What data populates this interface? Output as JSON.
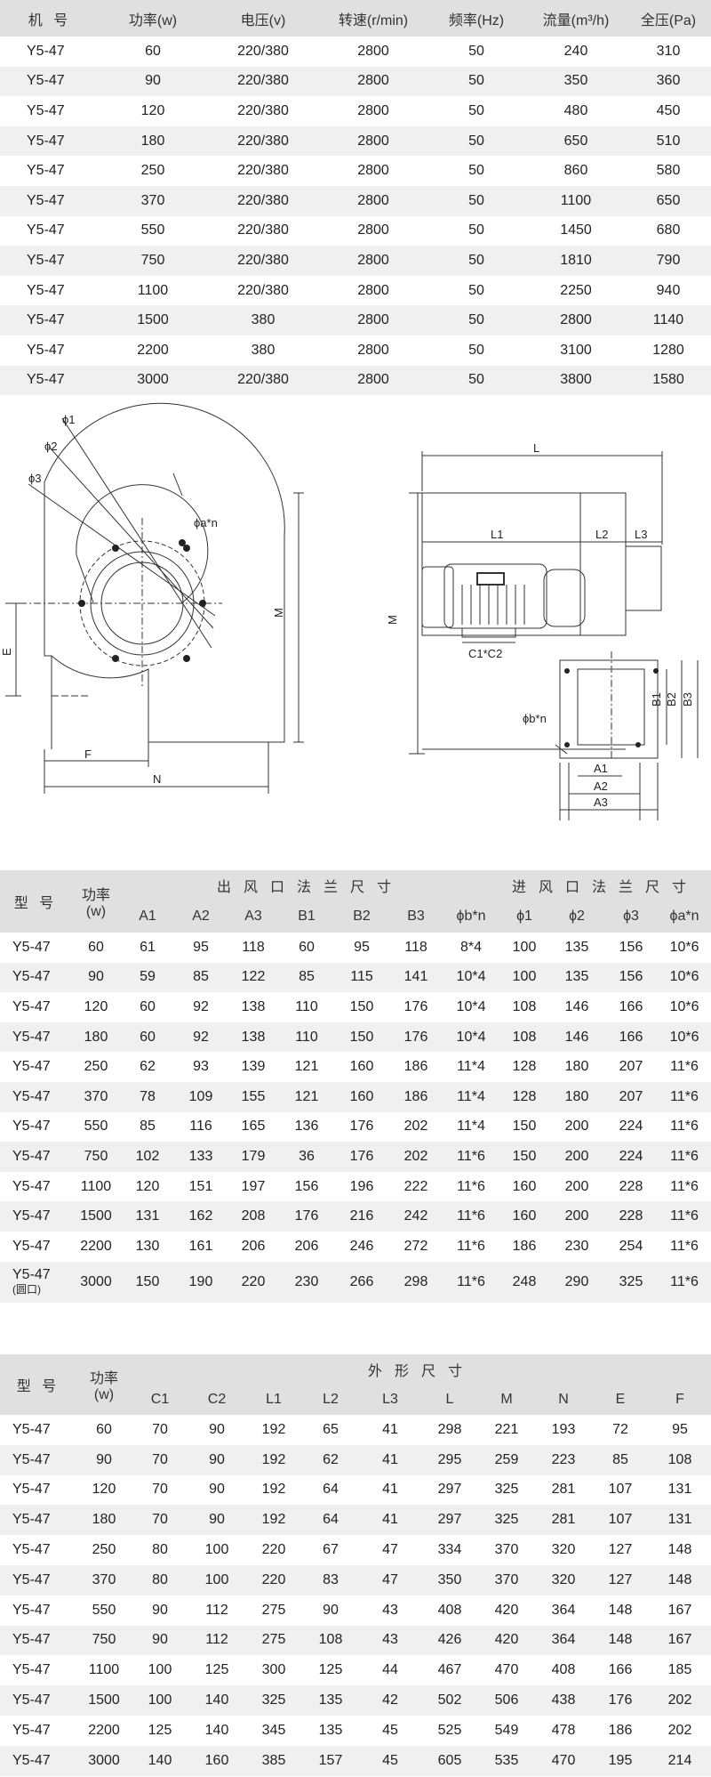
{
  "table1": {
    "headers": [
      "机  号",
      "功率(w)",
      "电压(v)",
      "转速(r/min)",
      "频率(Hz)",
      "流量(m³/h)",
      "全压(Pa)"
    ],
    "rows": [
      [
        "Y5-47",
        "60",
        "220/380",
        "2800",
        "50",
        "240",
        "310"
      ],
      [
        "Y5-47",
        "90",
        "220/380",
        "2800",
        "50",
        "350",
        "360"
      ],
      [
        "Y5-47",
        "120",
        "220/380",
        "2800",
        "50",
        "480",
        "450"
      ],
      [
        "Y5-47",
        "180",
        "220/380",
        "2800",
        "50",
        "650",
        "510"
      ],
      [
        "Y5-47",
        "250",
        "220/380",
        "2800",
        "50",
        "860",
        "580"
      ],
      [
        "Y5-47",
        "370",
        "220/380",
        "2800",
        "50",
        "1100",
        "650"
      ],
      [
        "Y5-47",
        "550",
        "220/380",
        "2800",
        "50",
        "1450",
        "680"
      ],
      [
        "Y5-47",
        "750",
        "220/380",
        "2800",
        "50",
        "1810",
        "790"
      ],
      [
        "Y5-47",
        "1100",
        "220/380",
        "2800",
        "50",
        "2250",
        "940"
      ],
      [
        "Y5-47",
        "1500",
        "380",
        "2800",
        "50",
        "2800",
        "1140"
      ],
      [
        "Y5-47",
        "2200",
        "380",
        "2800",
        "50",
        "3100",
        "1280"
      ],
      [
        "Y5-47",
        "3000",
        "220/380",
        "2800",
        "50",
        "3800",
        "1580"
      ]
    ]
  },
  "diagram": {
    "left_labels": {
      "phi1": "ϕ1",
      "phi2": "ϕ2",
      "phi3": "ϕ3",
      "phi_an": "ϕa*n",
      "M": "M",
      "E": "E",
      "F": "F",
      "N": "N"
    },
    "right_labels": {
      "L": "L",
      "L1": "L1",
      "L2": "L2",
      "L3": "L3",
      "M": "M",
      "C1C2": "C1*C2",
      "B1": "B1",
      "B2": "B2",
      "B3": "B3",
      "phi_bn": "ϕb*n",
      "A1": "A1",
      "A2": "A2",
      "A3": "A3"
    }
  },
  "table2": {
    "model_header": "型  号",
    "power_header": "功率",
    "power_unit": "(w)",
    "outlet_header": "出风口法兰尺寸",
    "inlet_header": "进风口法兰尺寸",
    "sub_headers": [
      "A1",
      "A2",
      "A3",
      "B1",
      "B2",
      "B3",
      "ϕb*n",
      "ϕ1",
      "ϕ2",
      "ϕ3",
      "ϕa*n"
    ],
    "rows": [
      [
        "Y5-47",
        "60",
        "61",
        "95",
        "118",
        "60",
        "95",
        "118",
        "8*4",
        "100",
        "135",
        "156",
        "10*6"
      ],
      [
        "Y5-47",
        "90",
        "59",
        "85",
        "122",
        "85",
        "115",
        "141",
        "10*4",
        "100",
        "135",
        "156",
        "10*6"
      ],
      [
        "Y5-47",
        "120",
        "60",
        "92",
        "138",
        "110",
        "150",
        "176",
        "10*4",
        "108",
        "146",
        "166",
        "10*6"
      ],
      [
        "Y5-47",
        "180",
        "60",
        "92",
        "138",
        "110",
        "150",
        "176",
        "10*4",
        "108",
        "146",
        "166",
        "10*6"
      ],
      [
        "Y5-47",
        "250",
        "62",
        "93",
        "139",
        "121",
        "160",
        "186",
        "11*4",
        "128",
        "180",
        "207",
        "11*6"
      ],
      [
        "Y5-47",
        "370",
        "78",
        "109",
        "155",
        "121",
        "160",
        "186",
        "11*4",
        "128",
        "180",
        "207",
        "11*6"
      ],
      [
        "Y5-47",
        "550",
        "85",
        "116",
        "165",
        "136",
        "176",
        "202",
        "11*4",
        "150",
        "200",
        "224",
        "11*6"
      ],
      [
        "Y5-47",
        "750",
        "102",
        "133",
        "179",
        "36",
        "176",
        "202",
        "11*6",
        "150",
        "200",
        "224",
        "11*6"
      ],
      [
        "Y5-47",
        "1100",
        "120",
        "151",
        "197",
        "156",
        "196",
        "222",
        "11*6",
        "160",
        "200",
        "228",
        "11*6"
      ],
      [
        "Y5-47",
        "1500",
        "131",
        "162",
        "208",
        "176",
        "216",
        "242",
        "11*6",
        "160",
        "200",
        "228",
        "11*6"
      ],
      [
        "Y5-47",
        "2200",
        "130",
        "161",
        "206",
        "206",
        "246",
        "272",
        "11*6",
        "186",
        "230",
        "254",
        "11*6"
      ],
      [
        "Y5-47",
        "3000",
        "150",
        "190",
        "220",
        "230",
        "266",
        "298",
        "11*6",
        "248",
        "290",
        "325",
        "11*6"
      ]
    ],
    "last_row_note": "(圆口)"
  },
  "table3": {
    "model_header": "型  号",
    "power_header": "功率",
    "power_unit": "(w)",
    "dim_header": "外形尺寸",
    "sub_headers": [
      "C1",
      "C2",
      "L1",
      "L2",
      "L3",
      "L",
      "M",
      "N",
      "E",
      "F"
    ],
    "rows": [
      [
        "Y5-47",
        "60",
        "70",
        "90",
        "192",
        "65",
        "41",
        "298",
        "221",
        "193",
        "72",
        "95"
      ],
      [
        "Y5-47",
        "90",
        "70",
        "90",
        "192",
        "62",
        "41",
        "295",
        "259",
        "223",
        "85",
        "108"
      ],
      [
        "Y5-47",
        "120",
        "70",
        "90",
        "192",
        "64",
        "41",
        "297",
        "325",
        "281",
        "107",
        "131"
      ],
      [
        "Y5-47",
        "180",
        "70",
        "90",
        "192",
        "64",
        "41",
        "297",
        "325",
        "281",
        "107",
        "131"
      ],
      [
        "Y5-47",
        "250",
        "80",
        "100",
        "220",
        "67",
        "47",
        "334",
        "370",
        "320",
        "127",
        "148"
      ],
      [
        "Y5-47",
        "370",
        "80",
        "100",
        "220",
        "83",
        "47",
        "350",
        "370",
        "320",
        "127",
        "148"
      ],
      [
        "Y5-47",
        "550",
        "90",
        "112",
        "275",
        "90",
        "43",
        "408",
        "420",
        "364",
        "148",
        "167"
      ],
      [
        "Y5-47",
        "750",
        "90",
        "112",
        "275",
        "108",
        "43",
        "426",
        "420",
        "364",
        "148",
        "167"
      ],
      [
        "Y5-47",
        "1100",
        "100",
        "125",
        "300",
        "125",
        "44",
        "467",
        "470",
        "408",
        "166",
        "185"
      ],
      [
        "Y5-47",
        "1500",
        "100",
        "140",
        "325",
        "135",
        "42",
        "502",
        "506",
        "438",
        "176",
        "202"
      ],
      [
        "Y5-47",
        "2200",
        "125",
        "140",
        "345",
        "135",
        "45",
        "525",
        "549",
        "478",
        "186",
        "202"
      ],
      [
        "Y5-47",
        "3000",
        "140",
        "160",
        "385",
        "157",
        "45",
        "605",
        "535",
        "470",
        "195",
        "214"
      ]
    ]
  }
}
